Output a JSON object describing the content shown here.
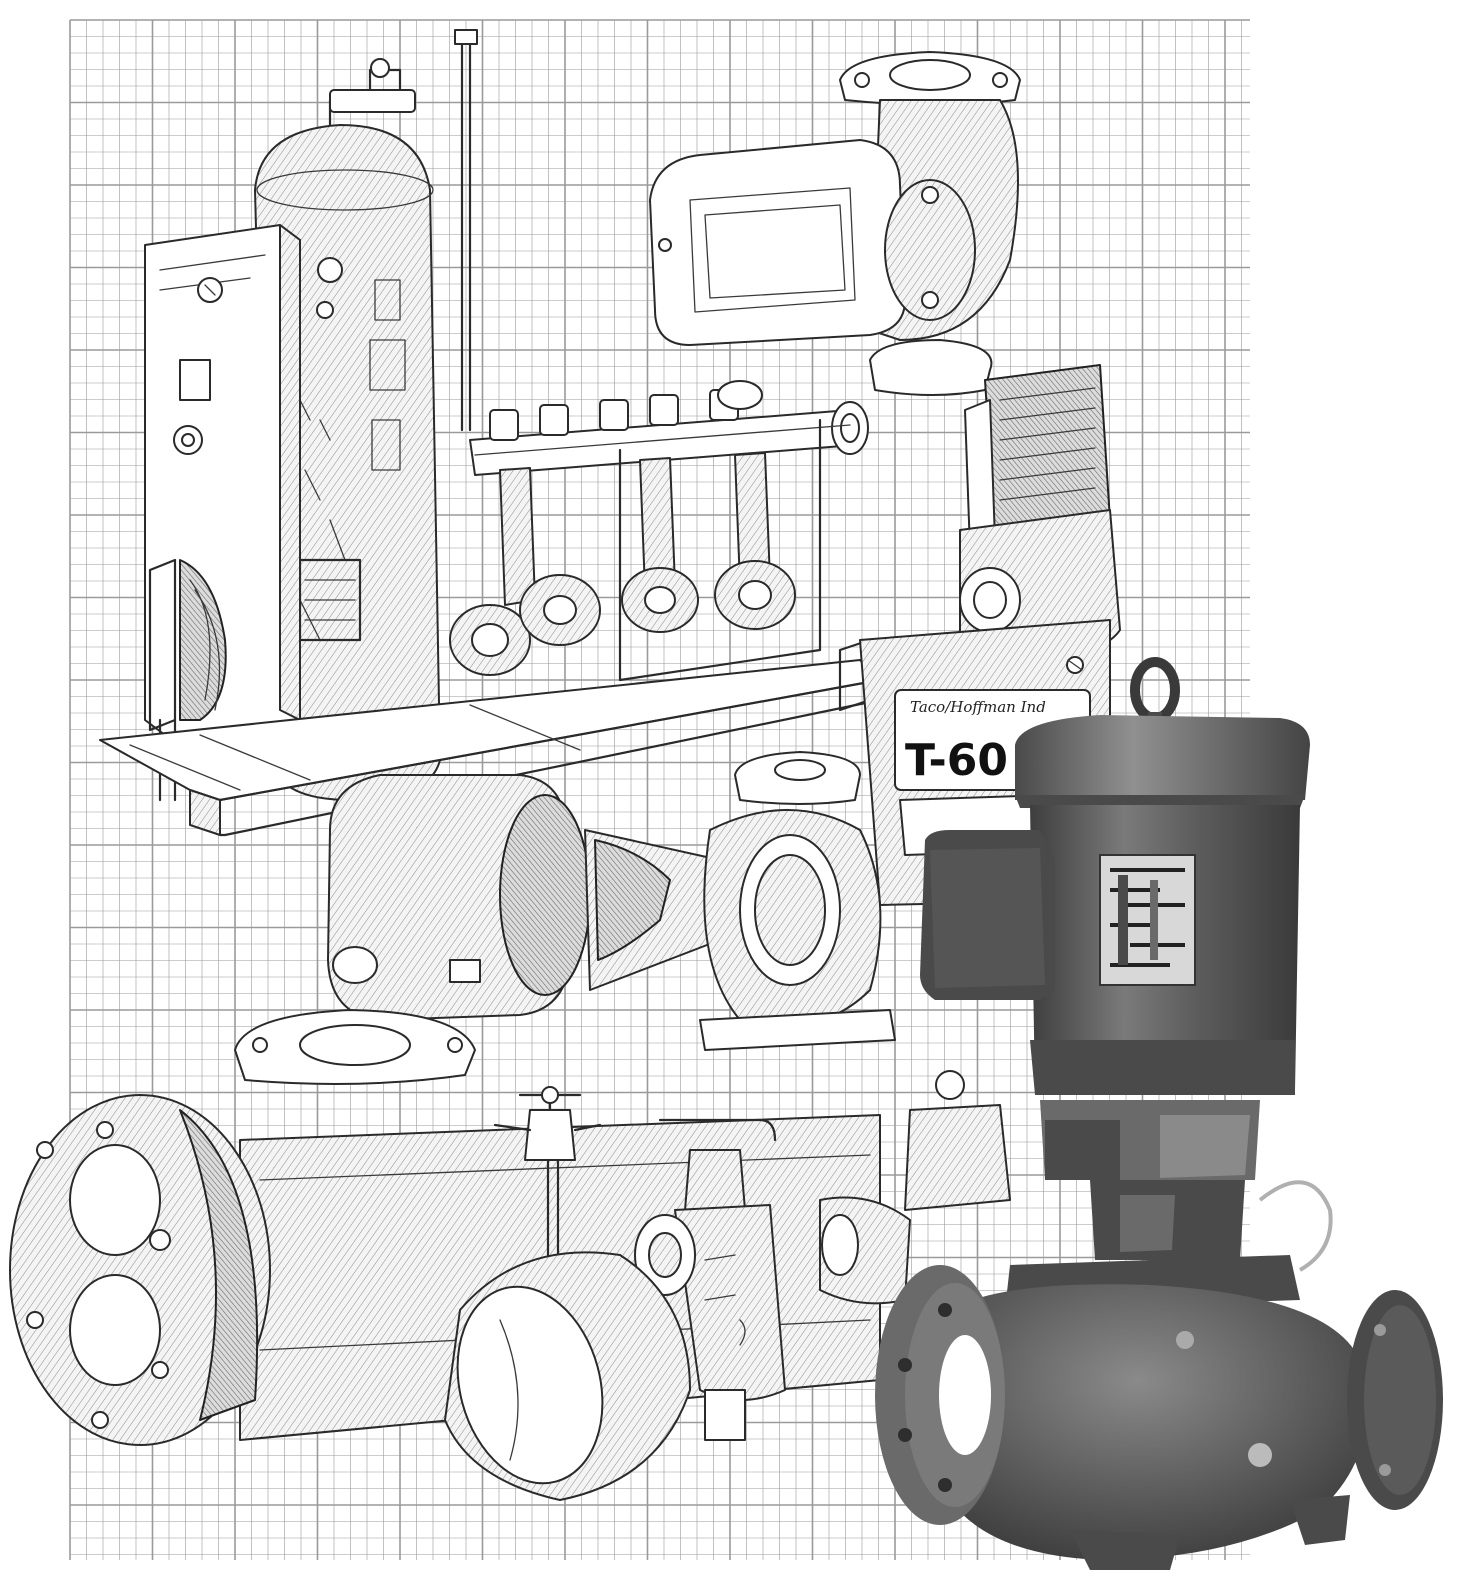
{
  "label_card": {
    "brand": "Taco/Hoffman Ind",
    "model": "T-60"
  },
  "colors": {
    "paper": "#ffffff",
    "grid": "#9a9a9a",
    "ink": "#2a2a2a",
    "photo_body": "#5c5c5c"
  },
  "icons": [
    "pressure-tank-drawing",
    "control-panel-drawing",
    "booster-pump-drawing",
    "inline-circulator-drawing",
    "zone-valve-drawing",
    "end-suction-pump-drawing",
    "steam-trap-drawing",
    "vertical-inline-pump-photo"
  ]
}
